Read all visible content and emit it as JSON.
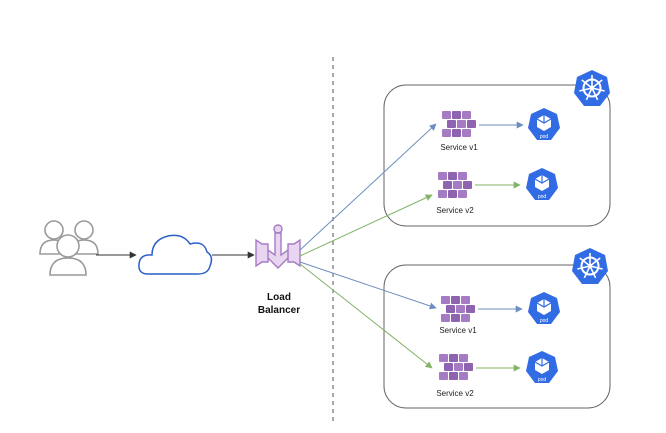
{
  "diagram": {
    "load_balancer": {
      "line1": "Load",
      "line2": "Balancer"
    },
    "clusters": [
      {
        "services": [
          {
            "label": "Service v1",
            "pod_label": "pod"
          },
          {
            "label": "Service v2",
            "pod_label": "pod"
          }
        ]
      },
      {
        "services": [
          {
            "label": "Service v1",
            "pod_label": "pod"
          },
          {
            "label": "Service v2",
            "pod_label": "pod"
          }
        ]
      }
    ],
    "colors": {
      "v1_arrow": "#6c8ebf",
      "v2_arrow": "#82b366",
      "service": "#a57bc4",
      "pod": "#326ce5",
      "cloud": "#2a5fc9",
      "users": "#9a9a9a",
      "load_balancer": "#c39bd3",
      "cluster_border": "#666666"
    },
    "icons": [
      "users-icon",
      "cloud-icon",
      "load-balancer-icon",
      "kubernetes-icon",
      "service-icon",
      "pod-icon"
    ]
  }
}
